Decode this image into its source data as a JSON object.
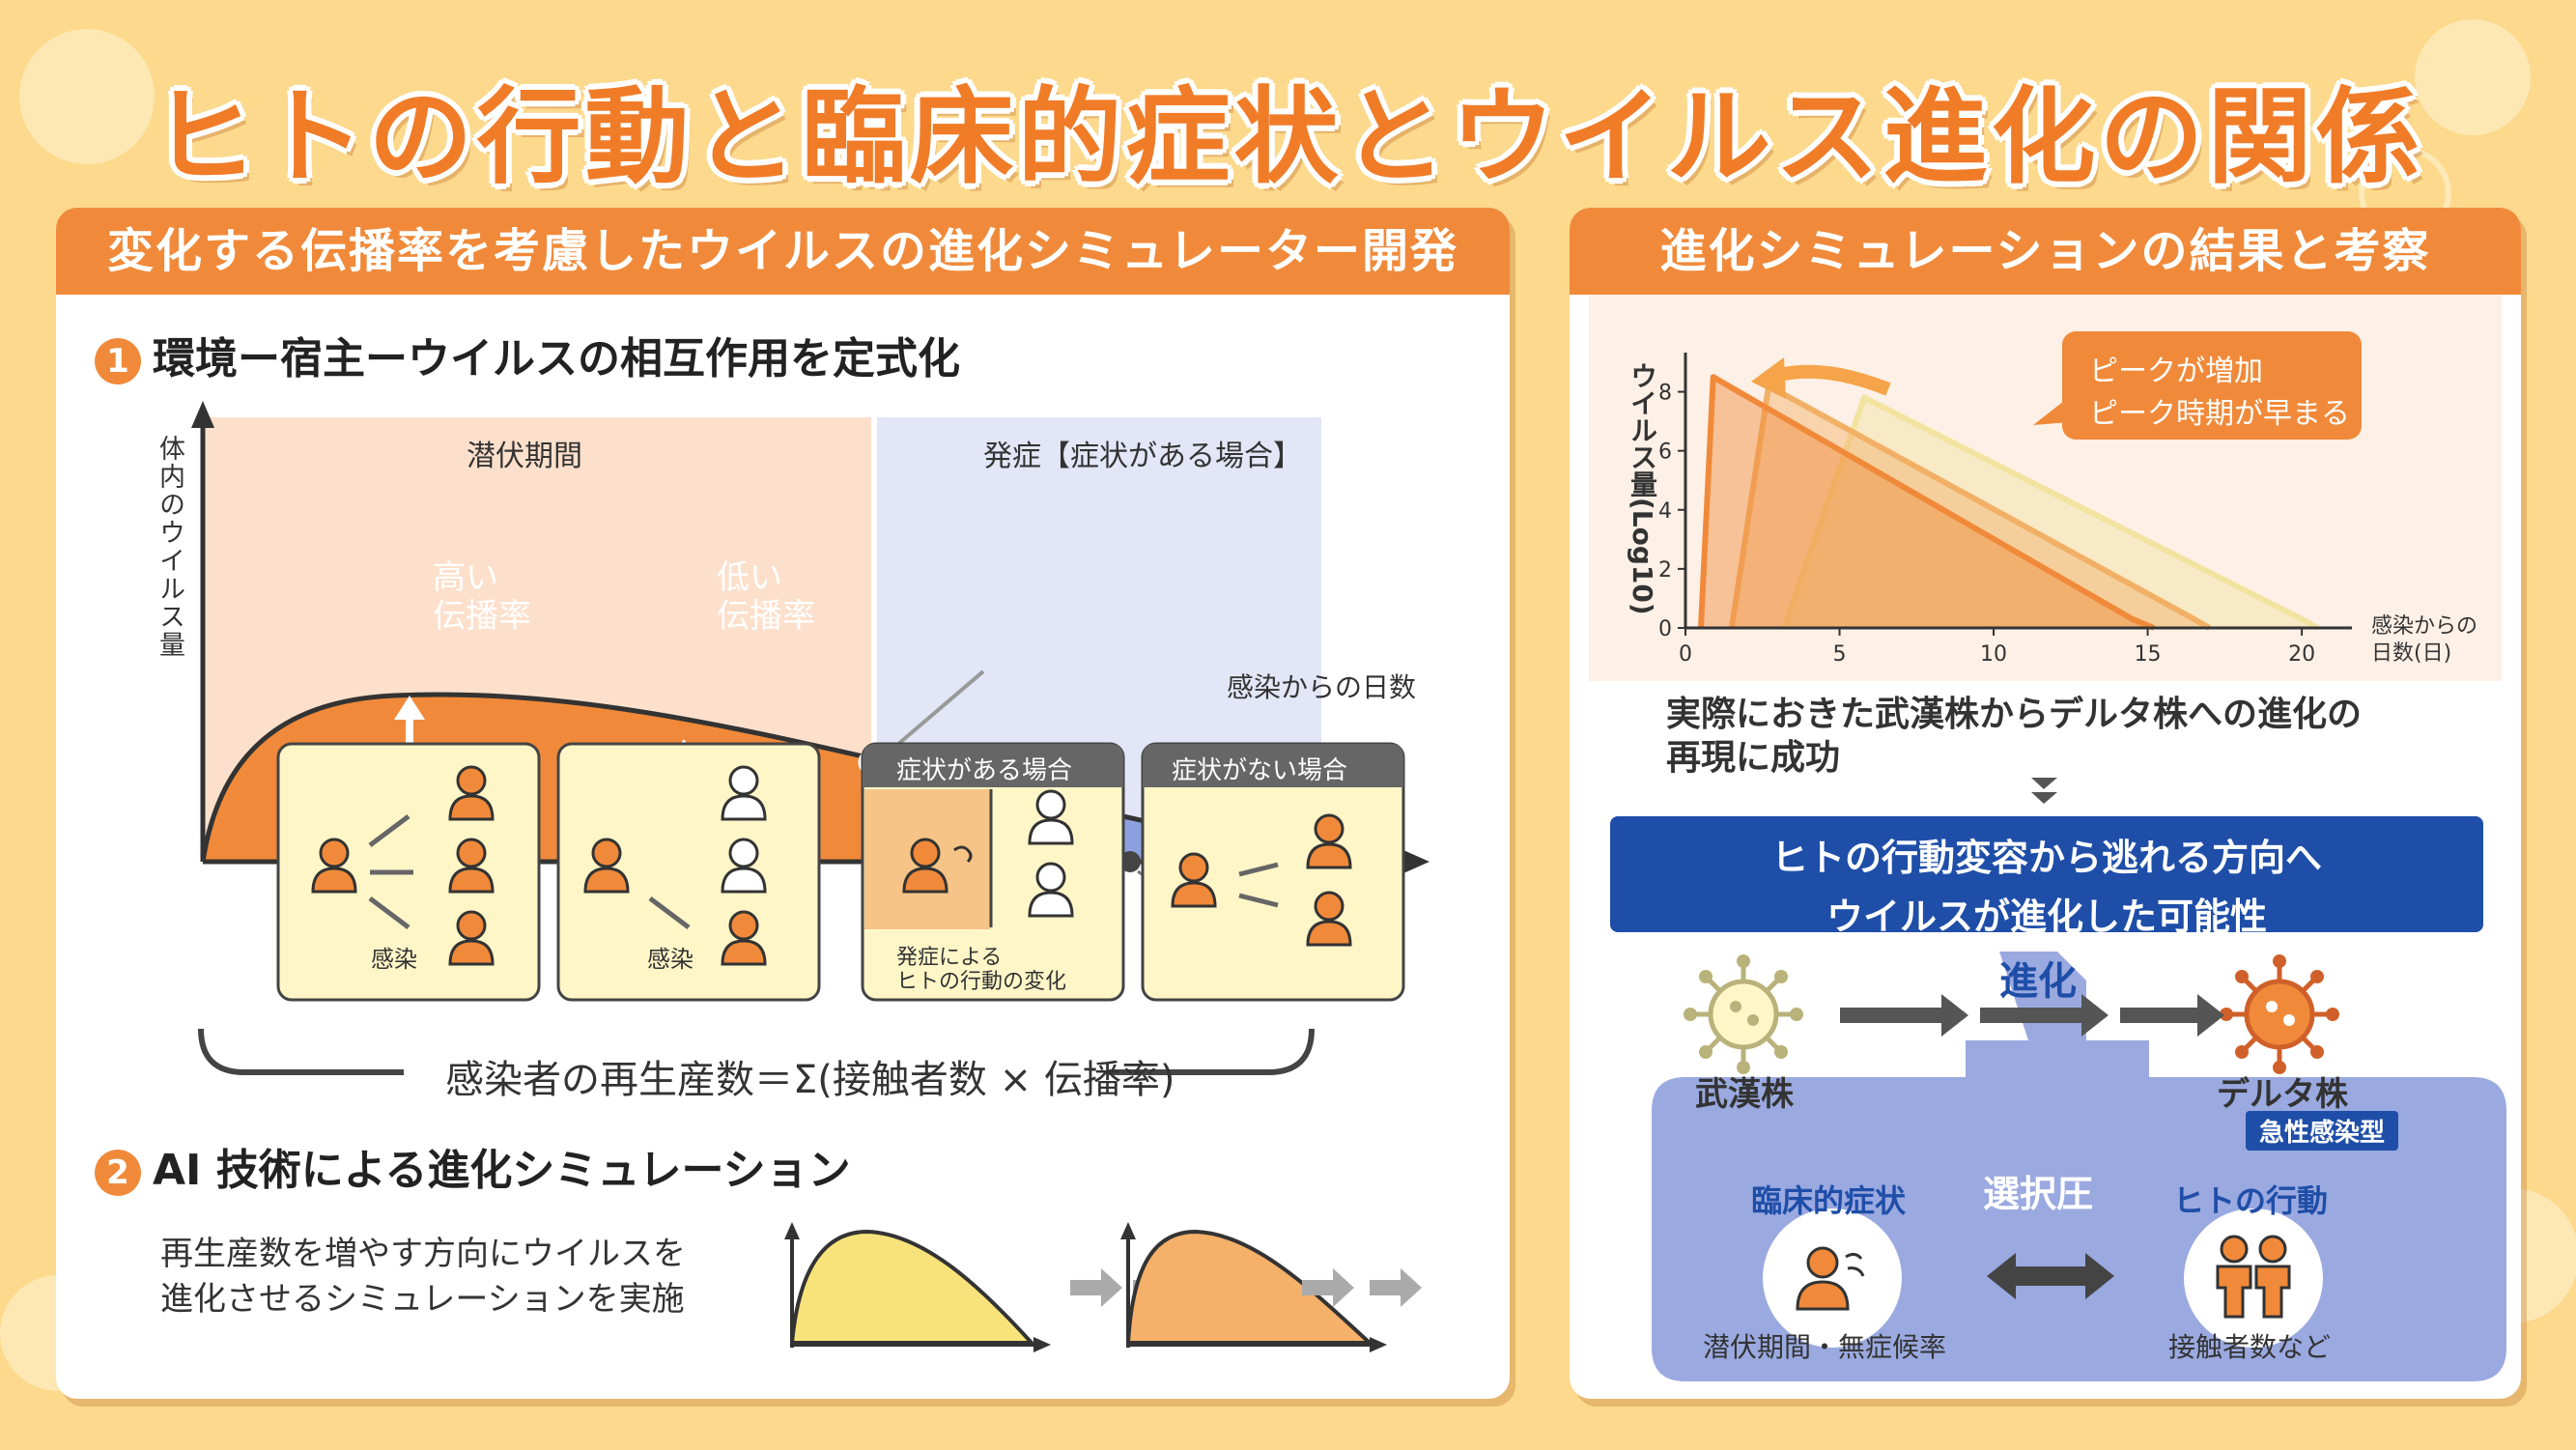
{
  "title": "ヒトの行動と臨床的症状とウイルス進化の関係",
  "left_panel": {
    "header": "変化する伝播率を考慮したウイルスの進化シミュレーター開発",
    "step1": {
      "num": "1",
      "title": "環境ー宿主ーウイルスの相互作用を定式化",
      "y_label": "体内のウイルス量",
      "x_label": "感染からの日数",
      "incubation_label": "潜伏期間",
      "onset_label": "発症【症状がある場合】",
      "high_rate_line1": "高い",
      "high_rate_line2": "伝播率",
      "low_rate_line1": "低い",
      "low_rate_line2": "伝播率",
      "box1_infection": "感染",
      "box2_infection": "感染",
      "box3_header": "症状がある場合",
      "box3_caption_line1": "発症による",
      "box3_caption_line2": "ヒトの行動の変化",
      "box4_header": "症状がない場合",
      "formula": "感染者の再生産数＝Σ(接触者数 × 伝播率)"
    },
    "step2": {
      "num": "2",
      "title": "AI 技術による進化シミュレーション",
      "desc_line1": "再生産数を増やす方向にウイルスを",
      "desc_line2": "進化させるシミュレーションを実施"
    }
  },
  "right_panel": {
    "header": "進化シミュレーションの結果と考察",
    "callout_line1": "ピークが増加",
    "callout_line2": "ピーク時期が早まる",
    "result_line1": "実際におきた武漢株からデルタ株への進化の",
    "result_line2": "再現に成功",
    "conclusion_line1": "ヒトの行動変容から逃れる方向へ",
    "conclusion_line2": "ウイルスが進化した可能性",
    "evolution_label": "進化",
    "wuhan_label": "武漢株",
    "delta_label": "デルタ株",
    "delta_tag": "急性感染型",
    "selection_pressure": "選択圧",
    "clinical_label": "臨床的症状",
    "clinical_sub": "潜伏期間・無症候率",
    "behavior_label": "ヒトの行動",
    "behavior_sub": "接触者数など"
  },
  "chart_data": {
    "type": "line",
    "ylabel": "ウイルス量(Log10)",
    "xlabel": "感染からの日数(日)",
    "xlim": [
      0,
      21
    ],
    "ylim": [
      0,
      9
    ],
    "x_ticks": [
      0,
      5,
      10,
      15,
      20
    ],
    "y_ticks": [
      0,
      2,
      4,
      6,
      8
    ],
    "series": [
      {
        "x": [
          0.5,
          0.9,
          14.5,
          15.2
        ],
        "y": [
          0,
          8.5,
          0.3,
          0
        ],
        "color": "#f08a3a"
      },
      {
        "x": [
          1.5,
          2.7,
          16.5,
          17.0
        ],
        "y": [
          0,
          8.2,
          0.3,
          0
        ],
        "color": "#f2b066"
      },
      {
        "x": [
          3.2,
          5.8,
          20.0,
          20.5
        ],
        "y": [
          0,
          7.8,
          0.3,
          0
        ],
        "color": "#f2e3a0"
      }
    ]
  },
  "colors": {
    "accent": "#f08a3a",
    "background": "#fcd98c",
    "navy": "#1f4ea8",
    "lavender": "#9aa9e0",
    "incubation_bg": "#fde0cc",
    "onset_bg": "#e2e6f6",
    "pale_yellow": "#fff6c8"
  }
}
